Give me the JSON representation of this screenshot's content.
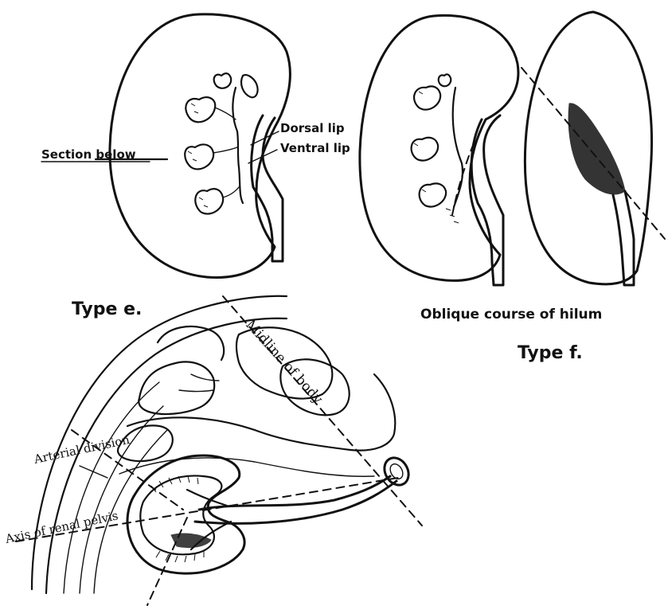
{
  "figure": {
    "labels": {
      "section_below": "Section below",
      "dorsal_lip": "Dorsal lip",
      "ventral_lip": "Ventral lip",
      "type_e": "Type e.",
      "oblique_course": "Oblique course of hilum",
      "type_f": "Type f.",
      "midline": "Midline of body",
      "arterial_division": "Arterial division",
      "axis_renal_pelvis": "Axis of renal pelvis"
    }
  }
}
